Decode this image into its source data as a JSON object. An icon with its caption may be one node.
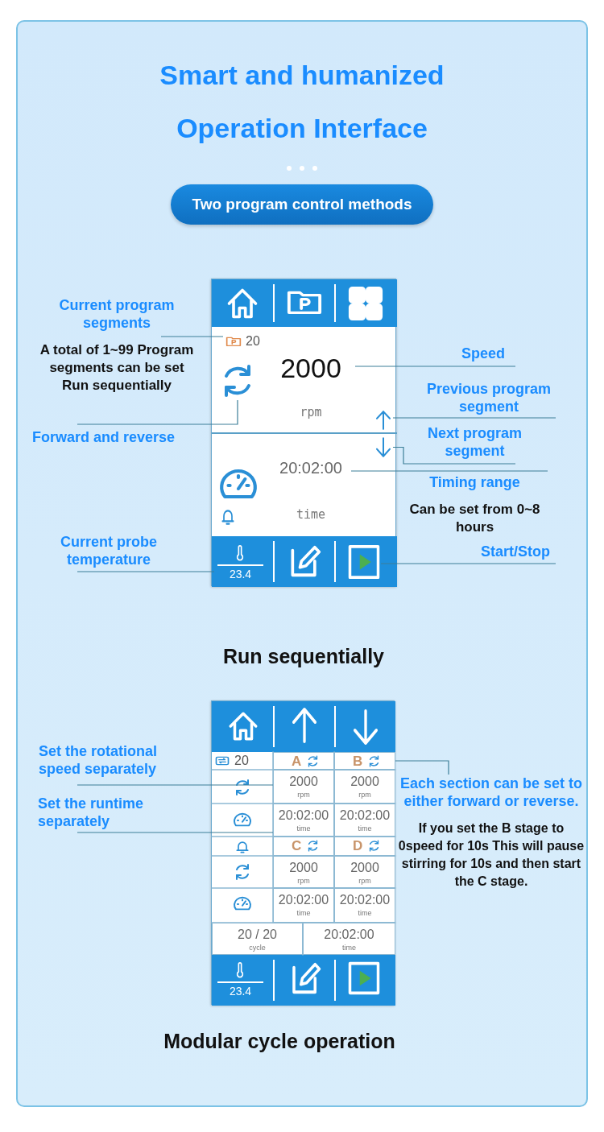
{
  "diagram": {
    "title": "Smart and humanized Operation Interface",
    "nodes": [
      {
        "text": [
          "Two program control methods"
        ]
      },
      {
        "text": [],
        "shape": "box"
      },
      {
        "text": [
          "20"
        ],
        "in": 1
      },
      {
        "text": [],
        "shape": "picture",
        "in": 1
      },
      {
        "text": [
          "2000",
          "rpm"
        ],
        "in": 1
      },
      {
        "text": [],
        "shape": "picture",
        "in": 1
      },
      {
        "text": [],
        "shape": "picture",
        "in": 1
      },
      {
        "text": [
          "20:02:00",
          "time"
        ],
        "in": 1
      },
      {
        "text": [],
        "shape": "picture",
        "in": 1
      },
      {
        "text": [
          "23.4"
        ],
        "in": 1
      },
      {
        "text": [],
        "shape": "picture",
        "in": 1
      },
      {
        "text": [
          "Current program segments",
          "A total of 1~99 Program segments can be set Run sequentially"
        ]
      },
      {
        "text": [
          "Forward and reverse"
        ]
      },
      {
        "text": [
          "Speed"
        ]
      },
      {
        "text": [
          "Previous program segment"
        ]
      },
      {
        "text": [
          "Next program segment"
        ]
      },
      {
        "text": [
          "Timing range",
          "Can be set from 0~8 hours"
        ]
      },
      {
        "text": [
          "Current probe temperature"
        ]
      },
      {
        "text": [
          "Start/Stop"
        ]
      },
      {
        "text": [],
        "shape": "box"
      },
      {
        "text": [
          "20"
        ],
        "in": 19
      },
      {
        "text": [
          "A"
        ],
        "in": 19
      },
      {
        "text": [
          "B"
        ],
        "in": 19
      },
      {
        "text": [
          "2000",
          "rpm"
        ],
        "in": 19
      },
      {
        "text": [
          "2000",
          "rpm"
        ],
        "in": 19
      },
      {
        "text": [
          "20:02:00",
          "time"
        ],
        "in": 19
      },
      {
        "text": [
          "20:02:00",
          "time"
        ],
        "in": 19
      },
      {
        "text": [
          "C"
        ],
        "in": 19
      },
      {
        "text": [
          "D"
        ],
        "in": 19
      },
      {
        "text": [
          "2000",
          "rpm"
        ],
        "in": 19
      },
      {
        "text": [
          "2000",
          "rpm"
        ],
        "in": 19
      },
      {
        "text": [
          "20:02:00",
          "time"
        ],
        "in": 19
      },
      {
        "text": [
          "20:02:00",
          "time"
        ],
        "in": 19
      },
      {
        "text": [
          "20 / 20",
          "cycle"
        ],
        "in": 19
      },
      {
        "text": [
          "20:02:00",
          "time"
        ],
        "in": 19
      },
      {
        "text": [
          "23.4"
        ],
        "in": 19
      },
      {
        "text": [
          "Set the rotational speed separately"
        ]
      },
      {
        "text": [
          "Set the runtime separately"
        ]
      },
      {
        "text": [
          "Each section can be set to either forward or reverse.",
          "If you set the B stage to 0speed for 10s This will pause stirring for 10s and then start the C stage."
        ]
      }
    ],
    "edges": [
      {
        "from": 11,
        "to": 2,
        "arrow": "none"
      },
      {
        "from": 12,
        "to": 3,
        "arrow": "none"
      },
      {
        "from": 13,
        "to": 4,
        "arrow": "none"
      },
      {
        "from": 14,
        "to": 5,
        "arrow": "none"
      },
      {
        "from": 15,
        "to": 6,
        "arrow": "none"
      },
      {
        "from": 16,
        "to": 7,
        "arrow": "none"
      },
      {
        "from": 17,
        "to": 9,
        "arrow": "none"
      },
      {
        "from": 18,
        "to": 10,
        "arrow": "none"
      },
      {
        "from": 36,
        "to": 23,
        "arrow": "none"
      },
      {
        "from": 37,
        "to": 25,
        "arrow": "none"
      },
      {
        "from": 38,
        "to": 22,
        "arrow": "none"
      }
    ],
    "labels": [
      "Run sequentially",
      "Modular cycle operation"
    ]
  }
}
